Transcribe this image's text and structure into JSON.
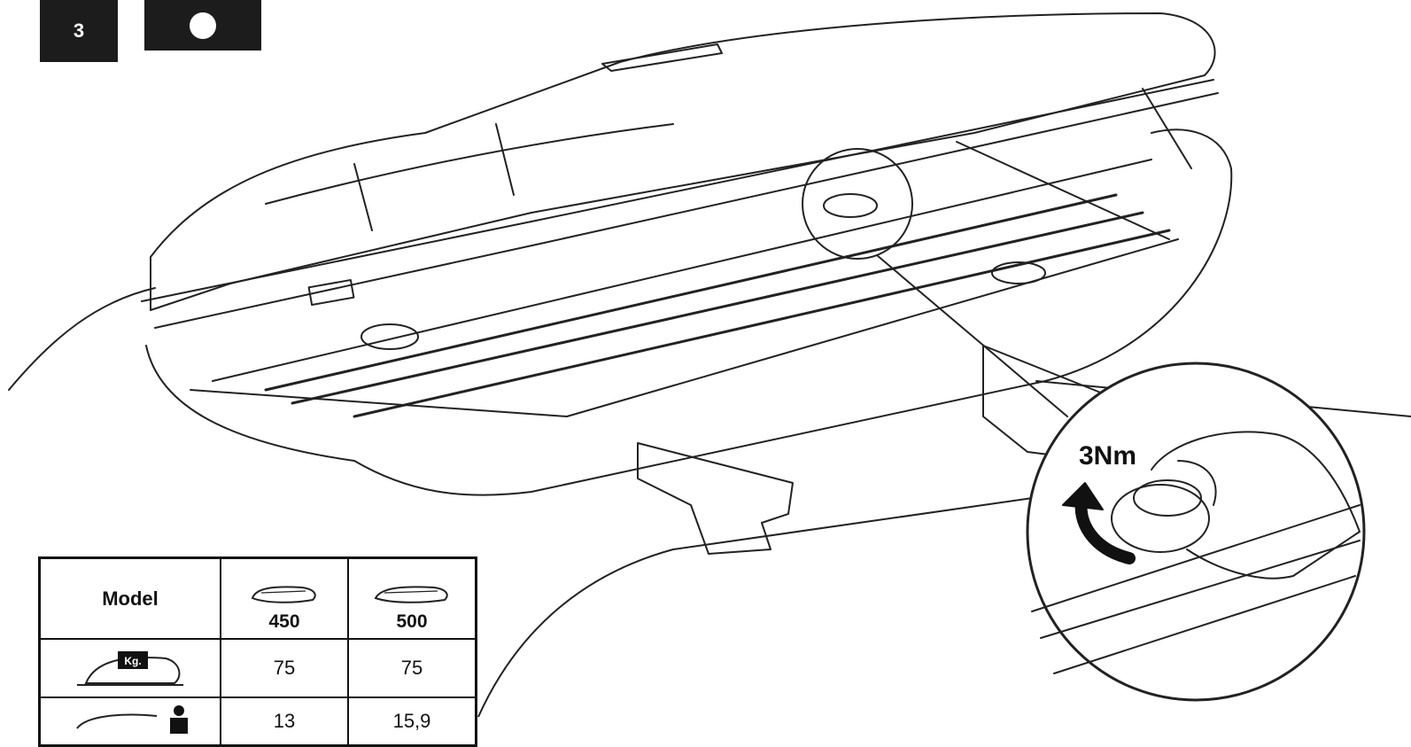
{
  "step": {
    "number": "3"
  },
  "callout": {
    "torque_label": "3Nm"
  },
  "specs_table": {
    "header": {
      "label": "Model",
      "models": [
        "450",
        "500"
      ]
    },
    "rows": [
      {
        "icon": "roof-load-kg-icon",
        "icon_text": "Kg.",
        "values": [
          "75",
          "75"
        ]
      },
      {
        "icon": "box-weight-person-icon",
        "values": [
          "13",
          "15,9"
        ]
      }
    ]
  }
}
